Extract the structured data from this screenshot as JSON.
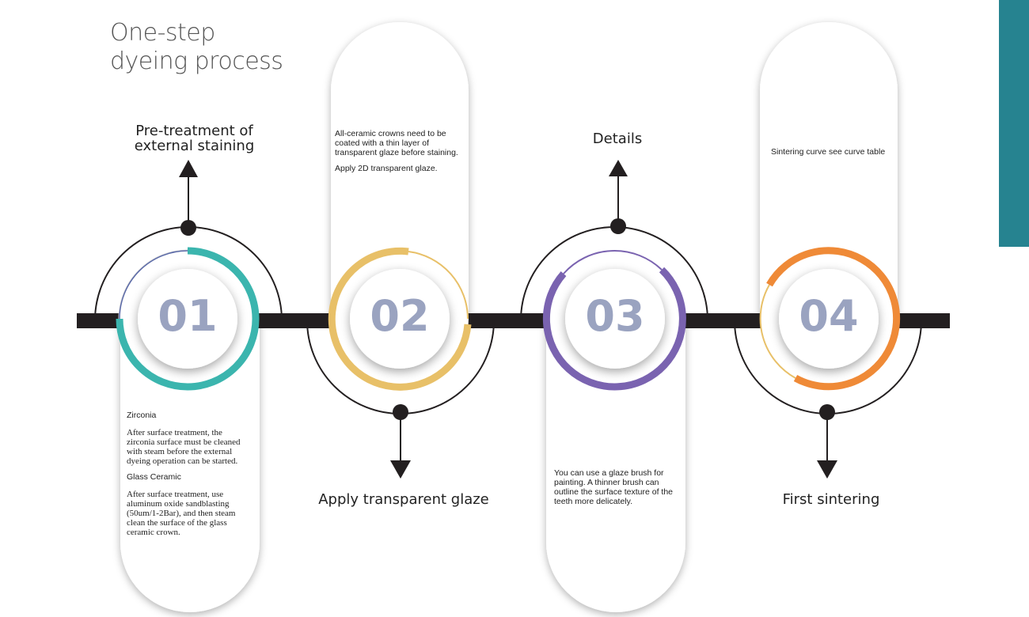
{
  "title": {
    "line1": "One-step",
    "line2": "dyeing process"
  },
  "colors": {
    "teal": "#3bb5ae",
    "yellow": "#e8c068",
    "purple": "#7a63b0",
    "orange": "#ef8a37",
    "number": "#9aa3c0",
    "accent_bar": "#268390"
  },
  "steps": [
    {
      "number": "01",
      "label_line1": "Pre-treatment of",
      "label_line2": "external staining",
      "sections": [
        {
          "heading": "Zirconia",
          "text": "After surface treatment, the zirconia surface must be cleaned with steam before the external dyeing operation can be started."
        },
        {
          "heading": "Glass Ceramic",
          "text": "After surface treatment, use aluminum oxide sandblasting (50um/1-2Bar), and then steam clean the surface of the glass ceramic crown."
        }
      ]
    },
    {
      "number": "02",
      "label": "Apply transparent glaze",
      "note1": "All-ceramic crowns need to be coated with a thin layer of transparent glaze before staining.",
      "note2": "Apply 2D transparent glaze."
    },
    {
      "number": "03",
      "label": "Details",
      "note": "You can use a glaze brush for painting. A thinner brush can outline the surface texture of the teeth more delicately."
    },
    {
      "number": "04",
      "label": "First sintering",
      "note": "Sintering curve see curve table"
    }
  ]
}
